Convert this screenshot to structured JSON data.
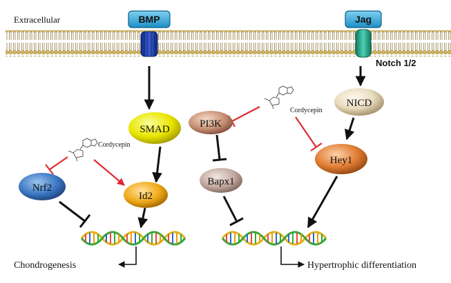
{
  "region_label": "Extracellular",
  "ligands": {
    "left": "BMP",
    "right": "Jag"
  },
  "receptor_label": "Notch 1/2",
  "drug": {
    "name": "Cordycepin"
  },
  "nodes": {
    "smad": "SMAD",
    "nrf2": "Nrf2",
    "id2": "Id2",
    "pi3k": "PI3K",
    "bapx1": "Bapx1",
    "nicd": "NICD",
    "hey1": "Hey1"
  },
  "outcomes": {
    "left": "Chondrogenesis",
    "right": "Hypertrophic differentiation"
  },
  "colors": {
    "activation": "#111111",
    "drug_effect": "#e0292f",
    "ligand_fill": "#2aa6dc",
    "bmp_receptor": "#1f3fa8",
    "notch_receptor": "#1aa58a",
    "membrane_head": "#c8a64a",
    "dna_strand_a": "#e0b21b",
    "dna_strand_b": "#3aa535"
  }
}
